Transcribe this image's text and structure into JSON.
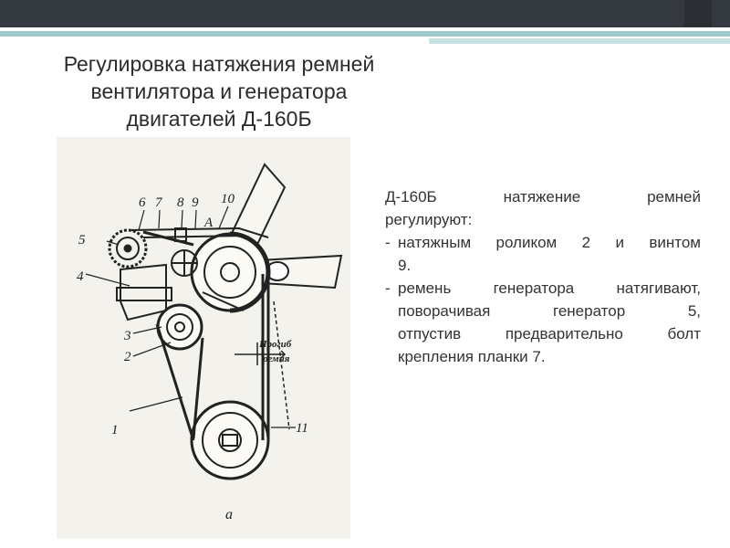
{
  "slide": {
    "title_lines": [
      "Регулировка натяжения ремней",
      "вентилятора и генератора",
      "двигателей Д-160Б"
    ]
  },
  "figure": {
    "labels": [
      "1",
      "2",
      "3",
      "4",
      "5",
      "6",
      "7",
      "8",
      "9",
      "10",
      "11",
      "A"
    ],
    "callout_lines": [
      "Прогиб",
      "ремня"
    ],
    "caption": "а"
  },
  "body": {
    "intro_line1": "Д-160Б натяжение ремней",
    "intro_line2": "регулируют:",
    "item1_line1": "натяжным роликом 2 и винтом",
    "item1_line2": "9.",
    "item2_lines": [
      "ремень генератора натягивают,",
      "поворачивая генератор 5,",
      "отпустив предварительно болт",
      "крепления планки 7."
    ]
  },
  "colors": {
    "topbar": "#34393f",
    "stripe": "#9fc9cc",
    "figure_bg": "#f3f2ec"
  }
}
